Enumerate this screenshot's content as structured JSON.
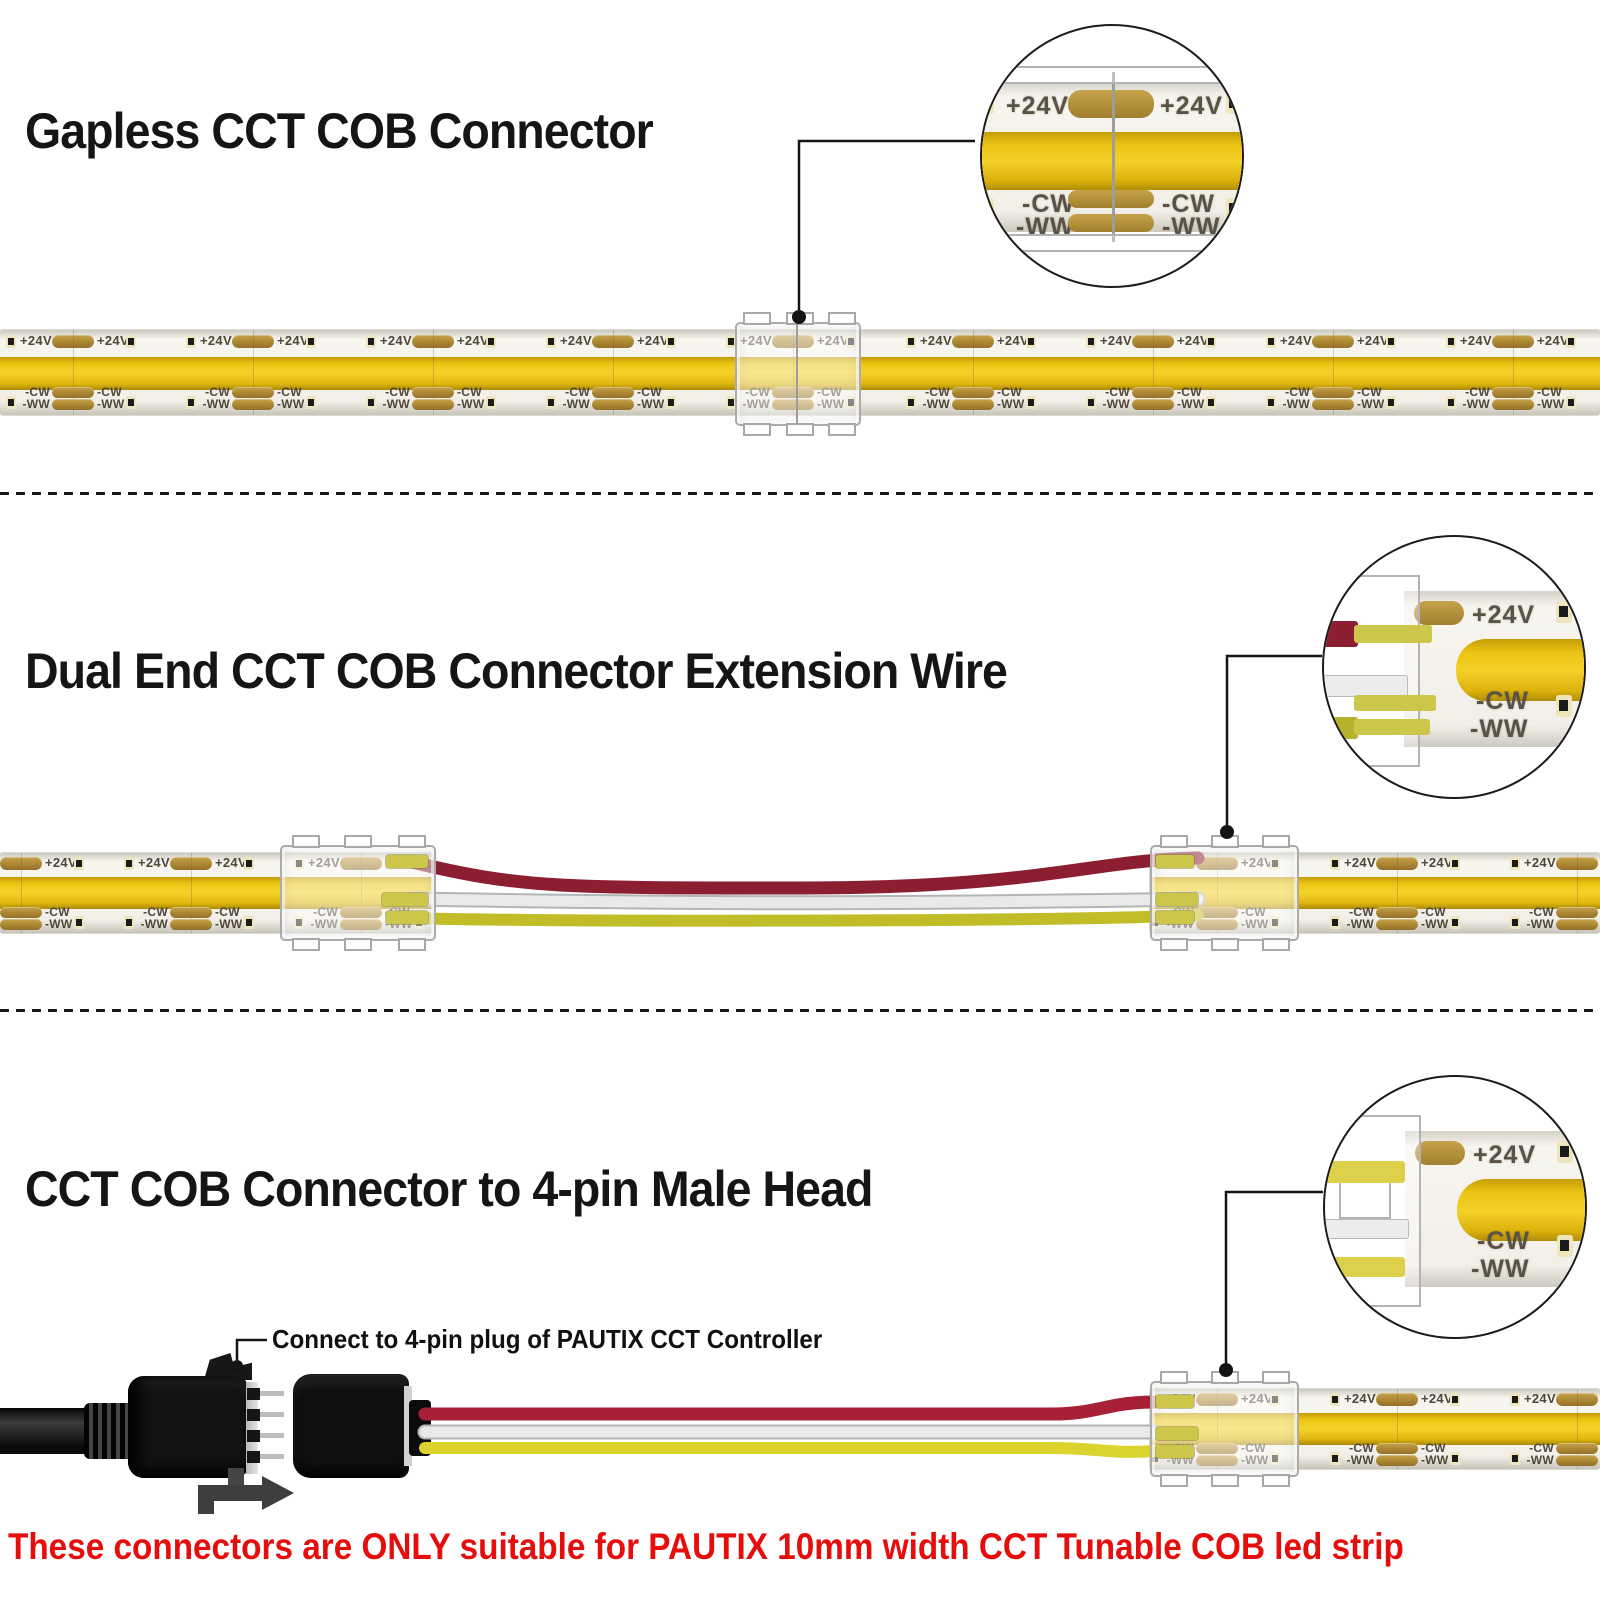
{
  "sections": {
    "gapless": {
      "title": "Gapless CCT COB Connector"
    },
    "dual_end": {
      "title": "Dual End CCT COB Connector Extension Wire"
    },
    "male_head": {
      "title": "CCT COB Connector to 4-pin Male Head",
      "callout": "Connect to 4-pin plug of PAUTIX CCT Controller"
    }
  },
  "strip_labels": {
    "plus": "+24V",
    "cw": "-CW",
    "ww": "-WW"
  },
  "warning": "These connectors are ONLY suitable for PAUTIX 10mm width CCT Tunable COB led strip",
  "colors": {
    "cob_yellow": "#f2cd1a",
    "pad_gold": "#ab8733",
    "wire_red_dark": "#8c1e32",
    "wire_red_bright": "#a82038",
    "wire_white": "#e9e9e9",
    "wire_white_edge": "#b5b5b5",
    "wire_yellow_green": "#c1bd28",
    "wire_yellow": "#ddd32e",
    "warning_red": "#e60d0d",
    "pointer_black": "#141414"
  }
}
